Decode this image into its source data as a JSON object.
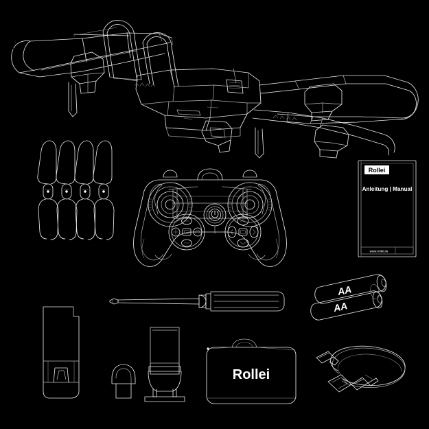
{
  "scene": {
    "title": "Drone kit contents line-art illustration",
    "background_color": "#000000",
    "line_color": "#e8e8e8",
    "brand": "Rollei"
  },
  "items": {
    "drone": {
      "name": "Foldable camera drone",
      "label": ""
    },
    "propellers": {
      "name": "Replacement propellers",
      "count": 4,
      "label": ""
    },
    "controller": {
      "name": "Remote control transmitter",
      "label": ""
    },
    "manual": {
      "name": "Instruction manual booklet",
      "logo": "Rollei",
      "title": "Anleitung | Manual",
      "footer": "www.rollei.de"
    },
    "battery_pack": {
      "name": "Flight battery",
      "label": ""
    },
    "screwdriver": {
      "name": "Phillips screwdriver",
      "label": ""
    },
    "aa_batteries": {
      "name": "AA batteries for controller",
      "label_top": "AA",
      "label_bottom": "AA",
      "count": 2
    },
    "lens_cap": {
      "name": "Gimbal protector cap",
      "label": ""
    },
    "phone_holder": {
      "name": "Smartphone holder clamp",
      "label": ""
    },
    "carry_case": {
      "name": "Carrying case",
      "logo": "Rollei"
    },
    "usb_cable": {
      "name": "USB charging cable",
      "label": ""
    }
  },
  "colors": {
    "background": "#000000",
    "stroke_primary": "#e8e8e8",
    "stroke_secondary": "#b8b8b8",
    "stroke_faint": "#8e8e8e",
    "text_white": "#ffffff",
    "text_black": "#000000"
  }
}
